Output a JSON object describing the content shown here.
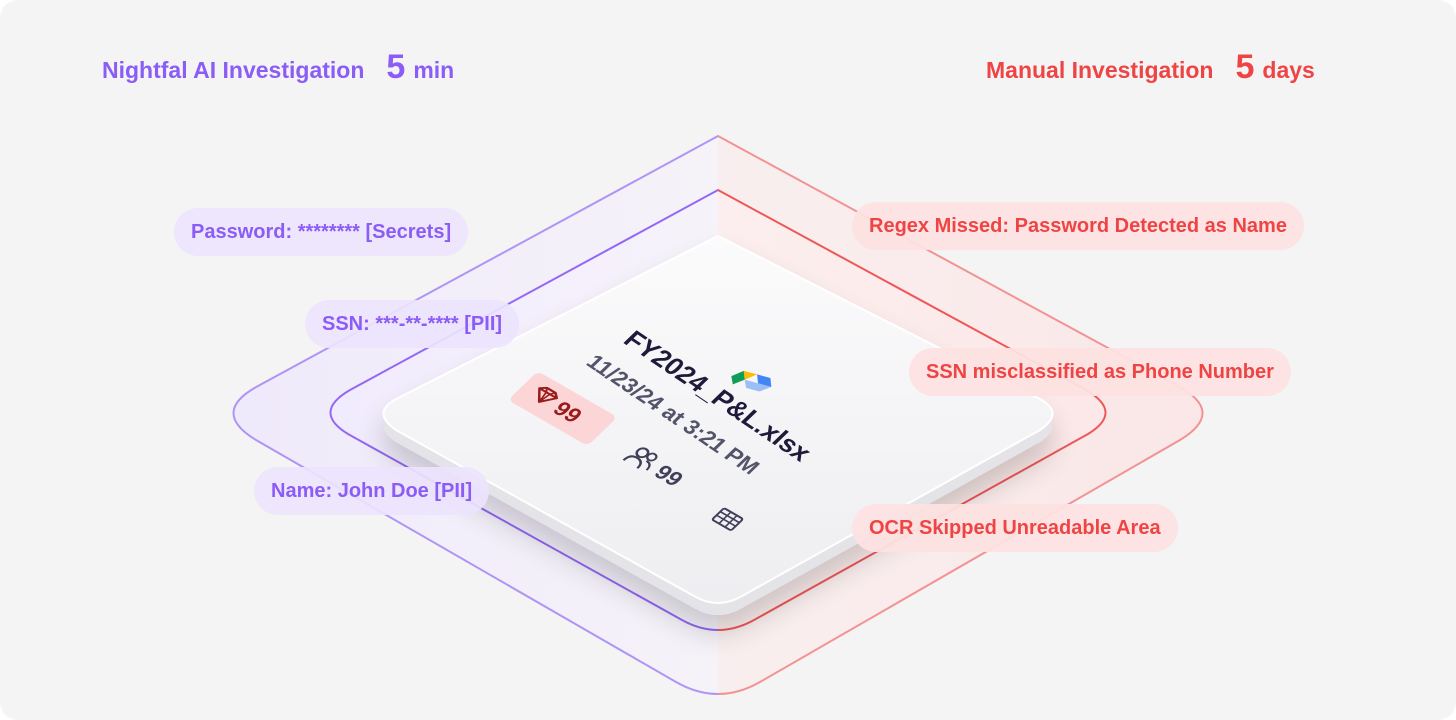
{
  "header": {
    "ai_label": "Nightfal AI Investigation",
    "ai_value": "5",
    "ai_unit": "min",
    "manual_label": "Manual Investigation",
    "manual_value": "5",
    "manual_unit": "days"
  },
  "ai_findings": [
    "Password: ******** [Secrets]",
    "SSN: ***-**-**** [PII]",
    "Name: John Doe [PII]"
  ],
  "manual_findings": [
    "Regex Missed: Password Detected as Name",
    "SSN misclassified as Phone Number",
    "OCR Skipped Unreadable Area"
  ],
  "file_card": {
    "file_name": "FY2024_P&L.xlsx",
    "timestamp": "11/23/24 at 3:21 PM",
    "risk_count": "99",
    "users_count": "99",
    "source_icon": "google-drive-icon",
    "risk_icon": "gem-icon",
    "users_icon": "users-icon",
    "document_icon": "spreadsheet-icon"
  },
  "colors": {
    "ai": "#8b5cf6",
    "manual": "#ef4444",
    "canvas": "#f4f4f5"
  }
}
